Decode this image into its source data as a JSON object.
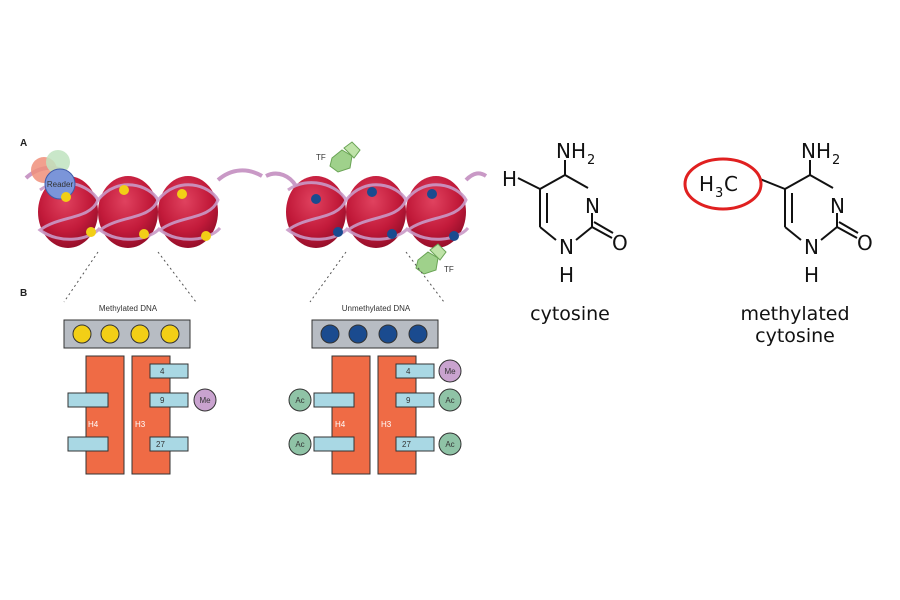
{
  "panel_a": {
    "label": "A",
    "reader": "Reader",
    "tf_top": "TF",
    "tf_bottom": "TF"
  },
  "panel_b": {
    "label": "B",
    "left": {
      "title": "Methylated DNA",
      "h4": "H4",
      "h3": "H3",
      "tails": [
        "4",
        "9",
        "27"
      ],
      "mark": "Me"
    },
    "right": {
      "title": "Unmethylated DNA",
      "h4": "H4",
      "h3": "H3",
      "tails": [
        "4",
        "9",
        "27"
      ],
      "marks": {
        "k4": "Me",
        "k9": "Ac",
        "k27": "Ac",
        "h4_a": "Ac",
        "h4_b": "Ac"
      }
    }
  },
  "cytosine": {
    "nh": "NH",
    "nh_sub": "2",
    "h_left": "H",
    "n3": "N",
    "n1": "N",
    "h1": "H",
    "o": "O",
    "name": "cytosine"
  },
  "methylated": {
    "nh": "NH",
    "nh_sub": "2",
    "h": "H",
    "h_sub": "3",
    "c": "C",
    "n3": "N",
    "n1": "N",
    "h1": "H",
    "o": "O",
    "name_line1": "methylated",
    "name_line2": "cytosine"
  },
  "colors": {
    "nucleosome": "#c21a3a",
    "dna": "#c999c6",
    "methyl": "#f2cf16",
    "unmethyl": "#1a4b8f",
    "histone": "#ef6b45",
    "tail": "#a9d8e4",
    "me": "#c9a3cf",
    "ac": "#8fc3a6",
    "highlight": "#e02020"
  }
}
